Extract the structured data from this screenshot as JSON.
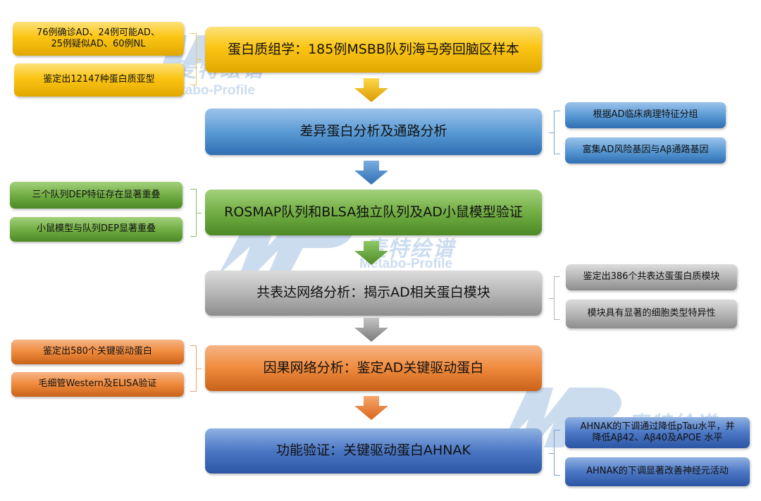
{
  "colors": {
    "yellow": "#fcc514",
    "blue": "#5b9bd5",
    "green": "#72ae44",
    "gray": "#b2b2b2",
    "orange": "#ef8a3c",
    "navy": "#4b77c4",
    "watermark": "#4a86c8"
  },
  "steps": [
    {
      "label": "蛋白质组学：185例MSBB队列海马旁回脑区样本",
      "color": "yellow",
      "notes_side": "left",
      "notes": [
        "76例确诊AD、24例可能AD、25例疑似AD、60例NL",
        "鉴定出12147种蛋白质亚型"
      ]
    },
    {
      "label": "差异蛋白分析及通路分析",
      "color": "blue",
      "notes_side": "right",
      "notes": [
        "根据AD临床病理特征分组",
        "富集AD风险基因与Aβ通路基因"
      ]
    },
    {
      "label": "ROSMAP队列和BLSA独立队列及AD小鼠模型验证",
      "color": "green",
      "notes_side": "left",
      "notes": [
        "三个队列DEP特征存在显著重叠",
        "小鼠模型与队列DEP显著重叠"
      ]
    },
    {
      "label": "共表达网络分析：揭示AD相关蛋白模块",
      "color": "gray",
      "notes_side": "right",
      "notes": [
        "鉴定出386个共表达蛋蛋白质模块",
        "模块具有显著的细胞类型特异性"
      ]
    },
    {
      "label": "因果网络分析：鉴定AD关键驱动蛋白",
      "color": "orange",
      "notes_side": "left",
      "notes": [
        "鉴定出580个关键驱动蛋白",
        "毛细管Western及ELISA验证"
      ]
    },
    {
      "label": "功能验证：关键驱动蛋白AHNAK",
      "color": "navy",
      "notes_side": "right",
      "notes": [
        "AHNAK的下调通过降低pTau水平，并降低Aβ42、Aβ40及APOE 水平",
        "AHNAK的下调显著改善神经元活动"
      ]
    }
  ],
  "watermark": {
    "logo": "MP",
    "cn": "麦特绘谱",
    "en": "Metabo-Profile"
  }
}
